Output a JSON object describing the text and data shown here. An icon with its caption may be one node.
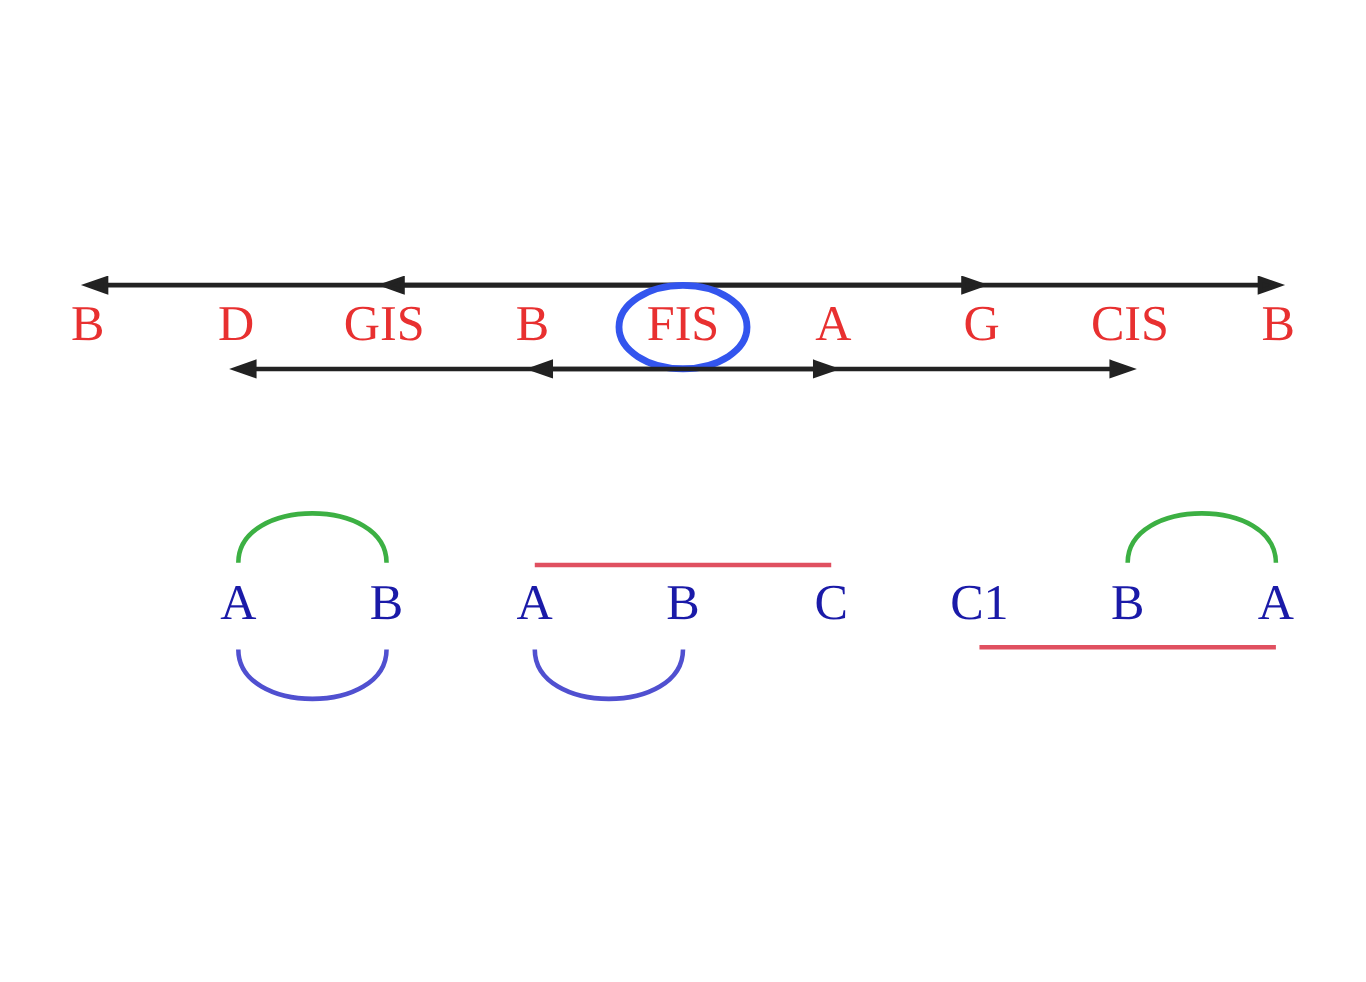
{
  "diagram": {
    "nodes": [
      {
        "text": [
          "B"
        ]
      },
      {
        "text": [
          "D"
        ]
      },
      {
        "text": [
          "GIS"
        ]
      },
      {
        "text": [
          "B"
        ]
      },
      {
        "text": [
          "FIS"
        ]
      },
      {
        "text": [
          "A"
        ]
      },
      {
        "text": [
          "G"
        ]
      },
      {
        "text": [
          "CIS"
        ]
      },
      {
        "text": [
          "B"
        ]
      },
      {
        "text": [
          "A"
        ]
      },
      {
        "text": [
          "B"
        ]
      },
      {
        "text": [
          "A"
        ]
      },
      {
        "text": [
          "B"
        ]
      },
      {
        "text": [
          "C"
        ]
      },
      {
        "text": [
          "C1"
        ]
      },
      {
        "text": [
          "B"
        ]
      },
      {
        "text": [
          "A"
        ]
      }
    ],
    "edges": [
      {
        "from": 0,
        "to": 8,
        "arrow": "both"
      },
      {
        "from": 2,
        "to": 6,
        "arrow": "both"
      },
      {
        "from": 3,
        "to": 5,
        "arrow": "both"
      },
      {
        "from": 1,
        "to": 7,
        "arrow": "both"
      },
      {
        "from": 9,
        "to": 10,
        "arrow": "none",
        "color": "#3cb043"
      },
      {
        "from": 9,
        "to": 10,
        "arrow": "none",
        "color": "#5050d0"
      },
      {
        "from": 11,
        "to": 13,
        "arrow": "none",
        "color": "#e05060"
      },
      {
        "from": 11,
        "to": 12,
        "arrow": "none",
        "color": "#5050d0"
      },
      {
        "from": 15,
        "to": 16,
        "arrow": "none",
        "color": "#3cb043"
      },
      {
        "from": 14,
        "to": 16,
        "arrow": "none",
        "color": "#e05060"
      }
    ]
  }
}
